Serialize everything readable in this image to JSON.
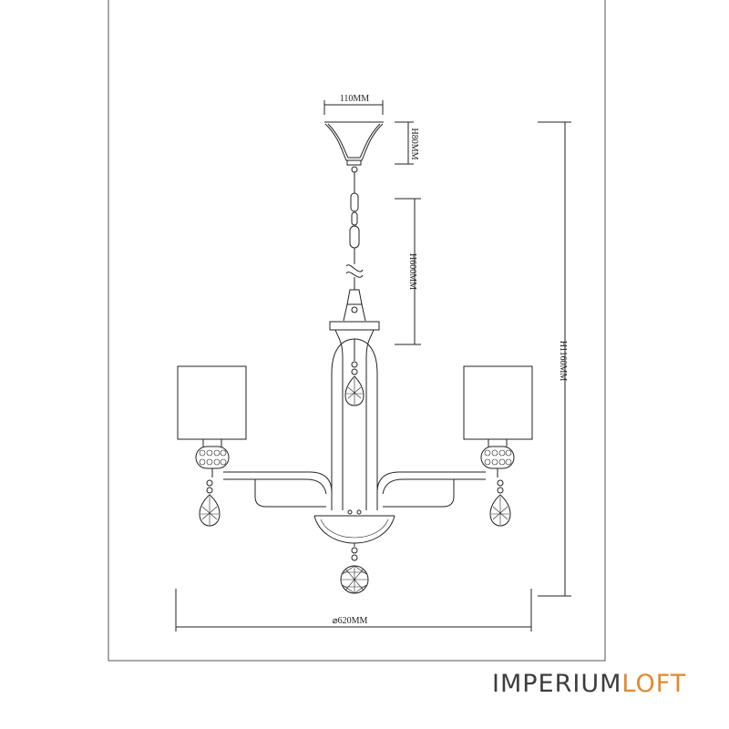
{
  "dimensions": {
    "canopy_width": "110MM",
    "canopy_height": "H80MM",
    "chain_length": "H600MM",
    "total_height": "H1160MM",
    "diameter": "⌀620MM"
  },
  "brand": {
    "part1": "IMPERIUM",
    "part2": "LOFT",
    "accent_color": "#e08a2e",
    "text_color": "#3d3d3d"
  },
  "colors": {
    "line": "#222222",
    "frame": "#555555"
  }
}
